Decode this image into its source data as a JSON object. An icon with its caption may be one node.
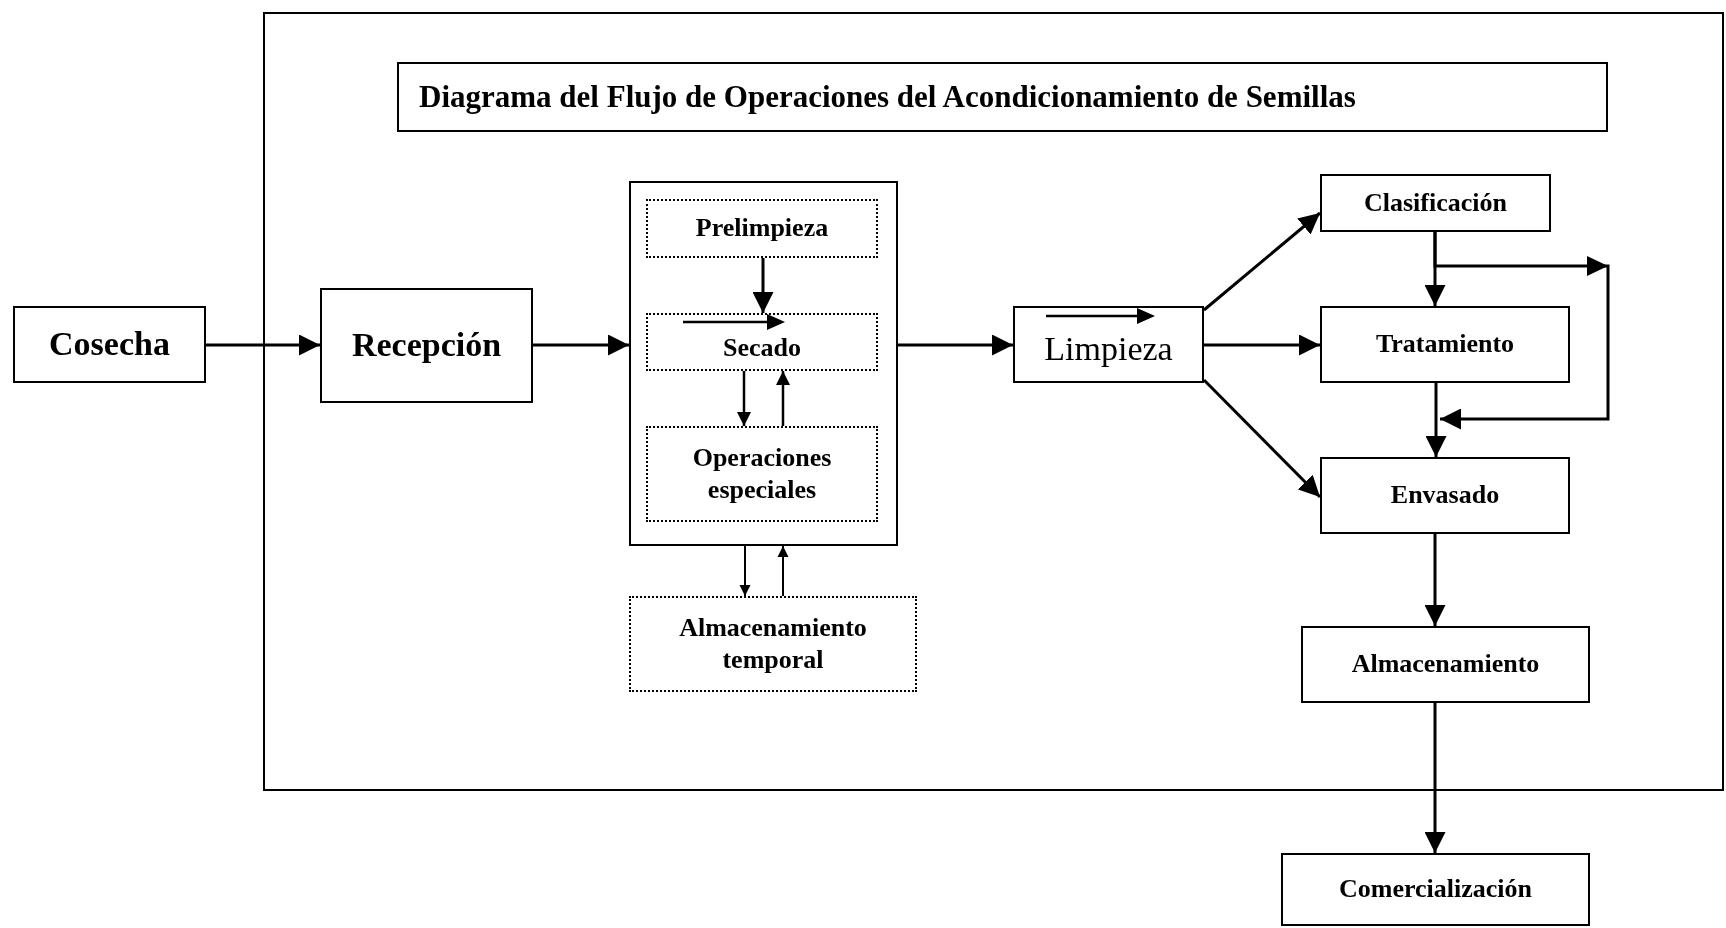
{
  "diagram": {
    "nodes": [
      {
        "text": [],
        "shape": "box"
      },
      {
        "text": [
          "Diagrama del Flujo de Operaciones del Acondicionamiento de Semillas"
        ],
        "in": 0
      },
      {
        "text": [
          "Cosecha"
        ]
      },
      {
        "text": [
          "Recepción"
        ],
        "in": 0
      },
      {
        "text": [],
        "shape": "box",
        "in": 0
      },
      {
        "text": [
          "Prelimpieza"
        ],
        "in": 4
      },
      {
        "text": [
          "Secado"
        ],
        "in": 4
      },
      {
        "text": [
          "Operaciones especiales"
        ],
        "in": 4
      },
      {
        "text": [
          "Almacenamiento temporal"
        ],
        "in": 0
      },
      {
        "text": [
          "Limpieza"
        ],
        "in": 0
      },
      {
        "text": [
          "Clasificación"
        ],
        "in": 0
      },
      {
        "text": [
          "Tratamiento"
        ],
        "in": 0
      },
      {
        "text": [
          "Envasado"
        ],
        "in": 0
      },
      {
        "text": [
          "Almacenamiento"
        ],
        "in": 0
      },
      {
        "text": [
          "Comercialización"
        ]
      }
    ],
    "edges": [
      {
        "from": 2,
        "to": 3,
        "arrow": "to"
      },
      {
        "from": 3,
        "to": 4,
        "arrow": "to"
      },
      {
        "from": 4,
        "to": 9,
        "arrow": "to"
      },
      {
        "from": 5,
        "to": 6,
        "arrow": "to"
      },
      {
        "from": 6,
        "to": 7,
        "arrow": "to"
      },
      {
        "from": 7,
        "to": 6,
        "arrow": "to"
      },
      {
        "from": 4,
        "to": 8,
        "arrow": "to"
      },
      {
        "from": 8,
        "to": 4,
        "arrow": "to"
      },
      {
        "from": 9,
        "to": 10,
        "arrow": "to"
      },
      {
        "from": 9,
        "to": 11,
        "arrow": "to"
      },
      {
        "from": 9,
        "to": 12,
        "arrow": "to"
      },
      {
        "from": 10,
        "to": 11,
        "arrow": "to"
      },
      {
        "from": 10,
        "to": 12,
        "arrow": "to"
      },
      {
        "from": 11,
        "to": 12,
        "arrow": "to"
      },
      {
        "from": 12,
        "to": 13,
        "arrow": "to"
      },
      {
        "from": 13,
        "to": 14,
        "arrow": "to"
      }
    ]
  }
}
